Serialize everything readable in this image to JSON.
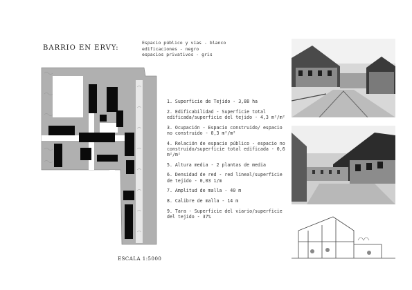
{
  "title": "BARRIO EN ERVY:",
  "legend": [
    "Espacio público y vías - blanco",
    "edificaciones - negro",
    "espacios privativos - gris"
  ],
  "scale": "ESCALA 1:5000",
  "indicators": [
    {
      "text": "1. Superficie de Tejido - 3,88 ha"
    },
    {
      "text": "2. Edificabilidad - Superficie total edificada/superficie del tejido - 4,3 m²/m²"
    },
    {
      "text": "3. Ocupación - Espacio construido/ espacio no construido - 0,3 m²/m²"
    },
    {
      "text": "4. Relación de espacio público - espacio no construido/superficie total edificada - 0,6 m²/m²"
    },
    {
      "text": "5. Altura media - 2 plantas de media"
    },
    {
      "text": "6. Densidad de red - red lineal/superficie de tejido - 0,03 1/m"
    },
    {
      "text": "7. Amplitud de malla - 40 m"
    },
    {
      "text": "8. Calibre de malla - 14 m"
    },
    {
      "text": "9. Tara - Superficie del viario/superficie del tejido - 37%"
    }
  ],
  "colors": {
    "public_space": "#ffffff",
    "buildings": "#0a0a0a",
    "private_space": "#a8a8a8"
  }
}
